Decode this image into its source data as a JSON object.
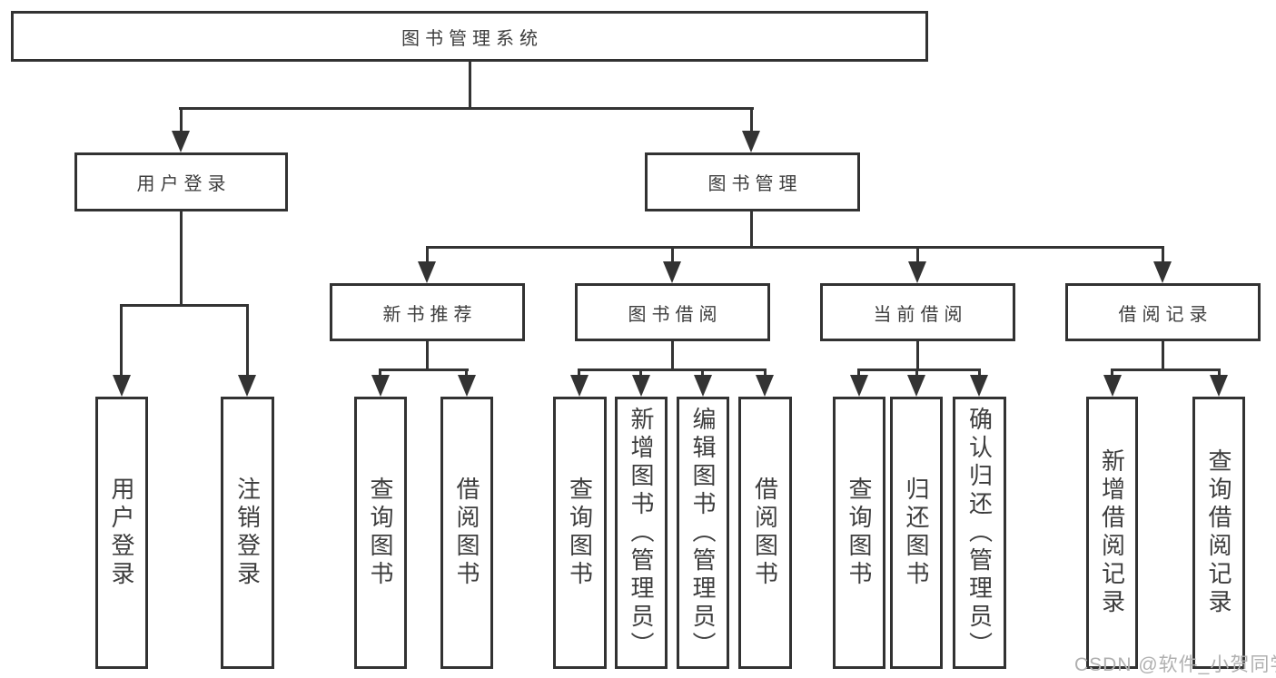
{
  "diagram_title": "图书管理系统",
  "nodes": {
    "root": "图书管理系统",
    "user_login": {
      "label": "用户登录",
      "children": [
        "用户登录",
        "注销登录"
      ]
    },
    "book_mgmt": {
      "label": "图书管理"
    },
    "new_books": {
      "label": "新书推荐",
      "children": [
        "查询图书",
        "借阅图书"
      ]
    },
    "borrowing": {
      "label": "图书借阅",
      "children": [
        "查询图书",
        "新增图书（管理员）",
        "编辑图书（管理员）",
        "借阅图书"
      ]
    },
    "current": {
      "label": "当前借阅",
      "children": [
        "查询图书",
        "归还图书",
        "确认归还（管理员）"
      ]
    },
    "records": {
      "label": "借阅记录",
      "children": [
        "新增借阅记录",
        "查询借阅记录"
      ]
    }
  },
  "watermark": {
    "text": "CSDN @软件_小贺同学"
  },
  "colors": {
    "line": "#333333",
    "text": "#3d3d3d",
    "watermark": "#b0b0b0",
    "background": "#ffffff"
  }
}
